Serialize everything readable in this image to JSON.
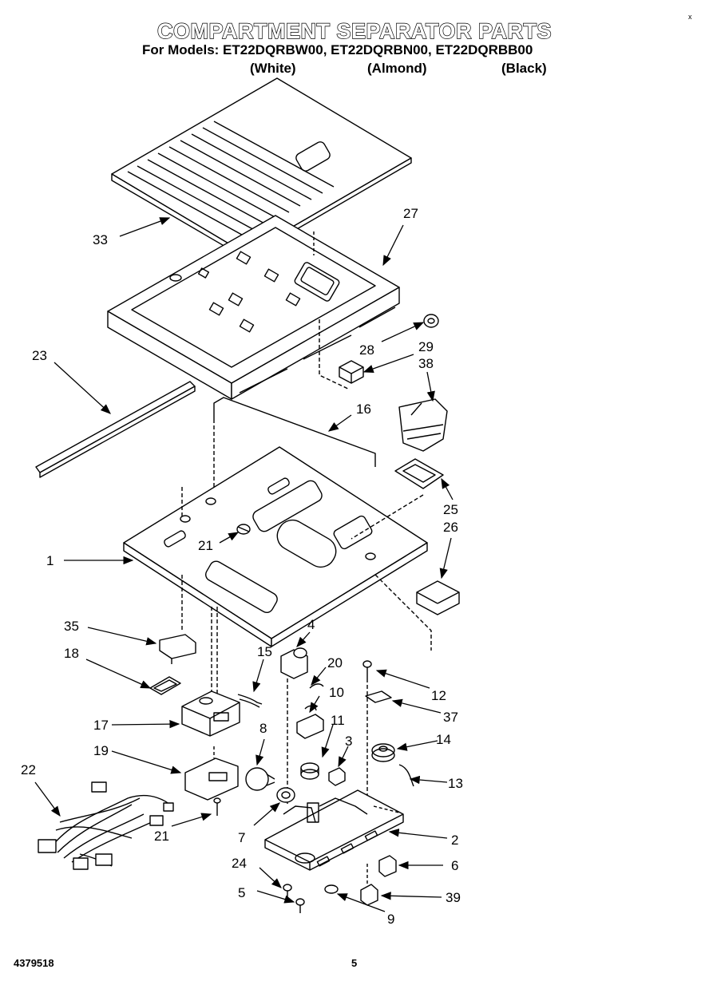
{
  "header": {
    "title": "COMPARTMENT SEPARATOR PARTS",
    "models_line": "For Models: ET22DQRBW00, ET22DQRBN00, ET22DQRBB00",
    "colors": [
      "(White)",
      "(Almond)",
      "(Black)"
    ]
  },
  "callouts": [
    "33",
    "27",
    "23",
    "28",
    "29",
    "38",
    "16",
    "21",
    "1",
    "25",
    "26",
    "35",
    "4",
    "18",
    "15",
    "20",
    "12",
    "10",
    "37",
    "17",
    "8",
    "11",
    "3",
    "14",
    "19",
    "22",
    "13",
    "21",
    "7",
    "2",
    "24",
    "6",
    "5",
    "39",
    "9"
  ],
  "footer": {
    "doc_number": "4379518",
    "page_number": "5",
    "corner_mark": "x"
  }
}
